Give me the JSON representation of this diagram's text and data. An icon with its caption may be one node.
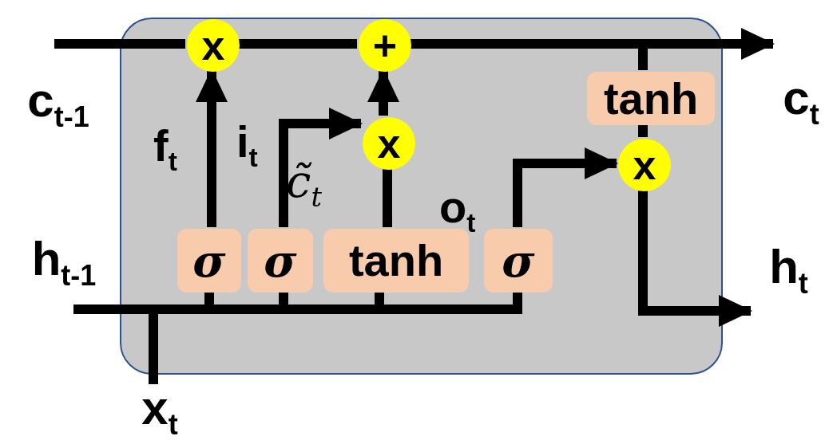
{
  "diagram": {
    "nodes": [
      {
        "text": [],
        "shape": "box"
      },
      {
        "text": [
          "x"
        ],
        "in": 0
      },
      {
        "text": [
          "+"
        ],
        "in": 0
      },
      {
        "text": [
          "tanh"
        ],
        "in": 0
      },
      {
        "text": [
          "x"
        ],
        "in": 0
      },
      {
        "text": [
          "x"
        ],
        "in": 0
      },
      {
        "text": [
          "σ"
        ],
        "in": 0
      },
      {
        "text": [
          "σ"
        ],
        "in": 0
      },
      {
        "text": [
          "tanh"
        ],
        "in": 0
      },
      {
        "text": [
          "σ"
        ],
        "in": 0
      },
      {
        "text": [
          "c$_{t-1}$"
        ]
      },
      {
        "text": [
          "c$_{t}$"
        ]
      },
      {
        "text": [
          "h$_{t}$"
        ]
      },
      {
        "text": [
          "h$_{t-1}$"
        ]
      },
      {
        "text": [
          "x$_{t}$"
        ]
      }
    ],
    "edges": [
      {
        "from": 10,
        "to": 1,
        "arrow": "none"
      },
      {
        "from": 1,
        "to": 2,
        "arrow": "none"
      },
      {
        "from": 2,
        "to": 11,
        "arrow": "to"
      },
      {
        "from": 2,
        "to": 3,
        "arrow": "none"
      },
      {
        "from": 3,
        "to": 5,
        "arrow": "none"
      },
      {
        "from": 5,
        "to": 12,
        "arrow": "to"
      },
      {
        "from": 6,
        "to": 1,
        "arrow": "to",
        "label": "f$_{t}$"
      },
      {
        "from": 7,
        "to": 4,
        "arrow": "to",
        "label": "i$_{t}$"
      },
      {
        "from": 8,
        "to": 4,
        "arrow": "none",
        "label": "c̃$_{t}$"
      },
      {
        "from": 4,
        "to": 2,
        "arrow": "to"
      },
      {
        "from": 9,
        "to": 5,
        "arrow": "to",
        "label": "o$_{t}$"
      },
      {
        "from": 13,
        "to": 6,
        "arrow": "none"
      },
      {
        "from": 13,
        "to": 7,
        "arrow": "none"
      },
      {
        "from": 13,
        "to": 8,
        "arrow": "none"
      },
      {
        "from": 13,
        "to": 9,
        "arrow": "none"
      },
      {
        "from": 14,
        "to": 6,
        "arrow": "none"
      },
      {
        "from": 14,
        "to": 7,
        "arrow": "none"
      },
      {
        "from": 14,
        "to": 8,
        "arrow": "none"
      },
      {
        "from": 14,
        "to": 9,
        "arrow": "none"
      }
    ]
  }
}
